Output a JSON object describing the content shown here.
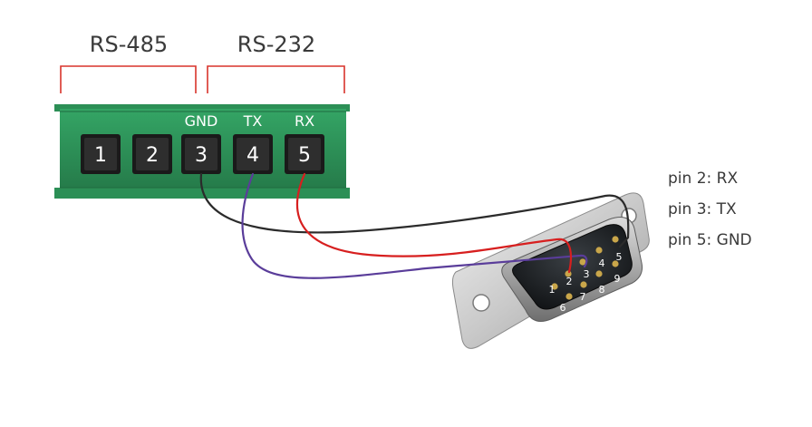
{
  "groups": {
    "rs485": "RS-485",
    "rs232": "RS-232"
  },
  "terminal": {
    "color": "#2f9a5e",
    "signal_labels": {
      "gnd": "GND",
      "tx": "TX",
      "rx": "RX"
    },
    "pins": [
      "1",
      "2",
      "3",
      "4",
      "5"
    ]
  },
  "wire_colors": {
    "gnd": "#2b2b2b",
    "tx": "#5a3d9a",
    "rx": "#d71f1f"
  },
  "bracket_color": "#d9342b",
  "pin_map": [
    {
      "text": "pin 2: RX"
    },
    {
      "text": "pin 3: TX"
    },
    {
      "text": "pin 5: GND"
    }
  ],
  "db9": {
    "pins": [
      "1",
      "2",
      "3",
      "4",
      "5",
      "6",
      "7",
      "8",
      "9"
    ]
  }
}
